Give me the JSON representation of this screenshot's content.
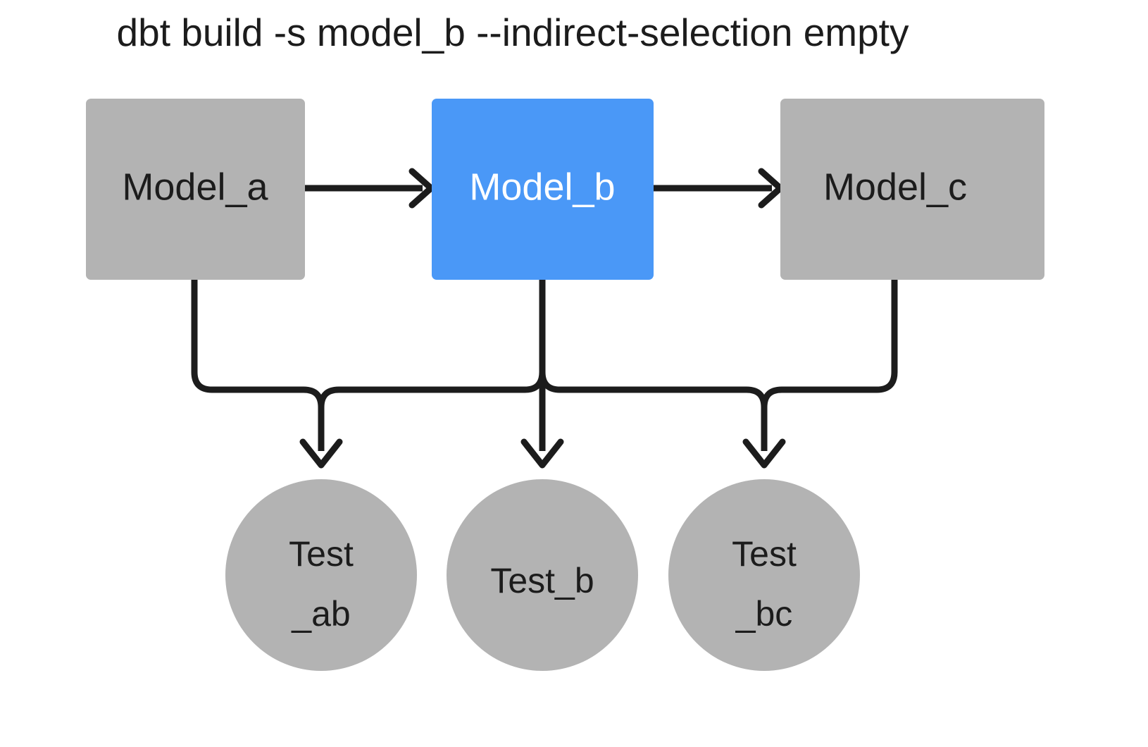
{
  "title": "dbt build -s model_b --indirect-selection empty",
  "colors": {
    "background": "#ffffff",
    "node_gray": "#b3b3b3",
    "node_selected_blue": "#4a98f7",
    "edge_black": "#1c1c1c",
    "text_dark": "#1c1c1c",
    "text_light": "#ffffff"
  },
  "nodes": {
    "model_a": {
      "label": "Model_a",
      "shape": "rectangle",
      "state": "unselected",
      "fill": "#b3b3b3",
      "text_color": "#1c1c1c"
    },
    "model_b": {
      "label": "Model_b",
      "shape": "rectangle",
      "state": "selected",
      "fill": "#4a98f7",
      "text_color": "#ffffff"
    },
    "model_c": {
      "label": "Model_c",
      "shape": "rectangle",
      "state": "unselected",
      "fill": "#b3b3b3",
      "text_color": "#1c1c1c"
    },
    "test_ab": {
      "label": "Test_ab",
      "line1": "Test",
      "line2": "_ab",
      "shape": "circle",
      "state": "unselected",
      "fill": "#b3b3b3",
      "text_color": "#1c1c1c"
    },
    "test_b": {
      "label": "Test_b",
      "line1": "Test_b",
      "line2": "",
      "shape": "circle",
      "state": "unselected",
      "fill": "#b3b3b3",
      "text_color": "#1c1c1c"
    },
    "test_bc": {
      "label": "Test_bc",
      "line1": "Test",
      "line2": "_bc",
      "shape": "circle",
      "state": "unselected",
      "fill": "#b3b3b3",
      "text_color": "#1c1c1c"
    }
  },
  "edges": [
    {
      "from": "model_a",
      "to": "model_b",
      "style": "straight-horizontal"
    },
    {
      "from": "model_b",
      "to": "model_c",
      "style": "straight-horizontal"
    },
    {
      "from": "model_a",
      "to": "test_ab",
      "style": "elbow-down"
    },
    {
      "from": "model_b",
      "to": "test_ab",
      "style": "elbow-down"
    },
    {
      "from": "model_b",
      "to": "test_b",
      "style": "straight-down"
    },
    {
      "from": "model_b",
      "to": "test_bc",
      "style": "elbow-down"
    },
    {
      "from": "model_c",
      "to": "test_bc",
      "style": "elbow-down"
    }
  ]
}
